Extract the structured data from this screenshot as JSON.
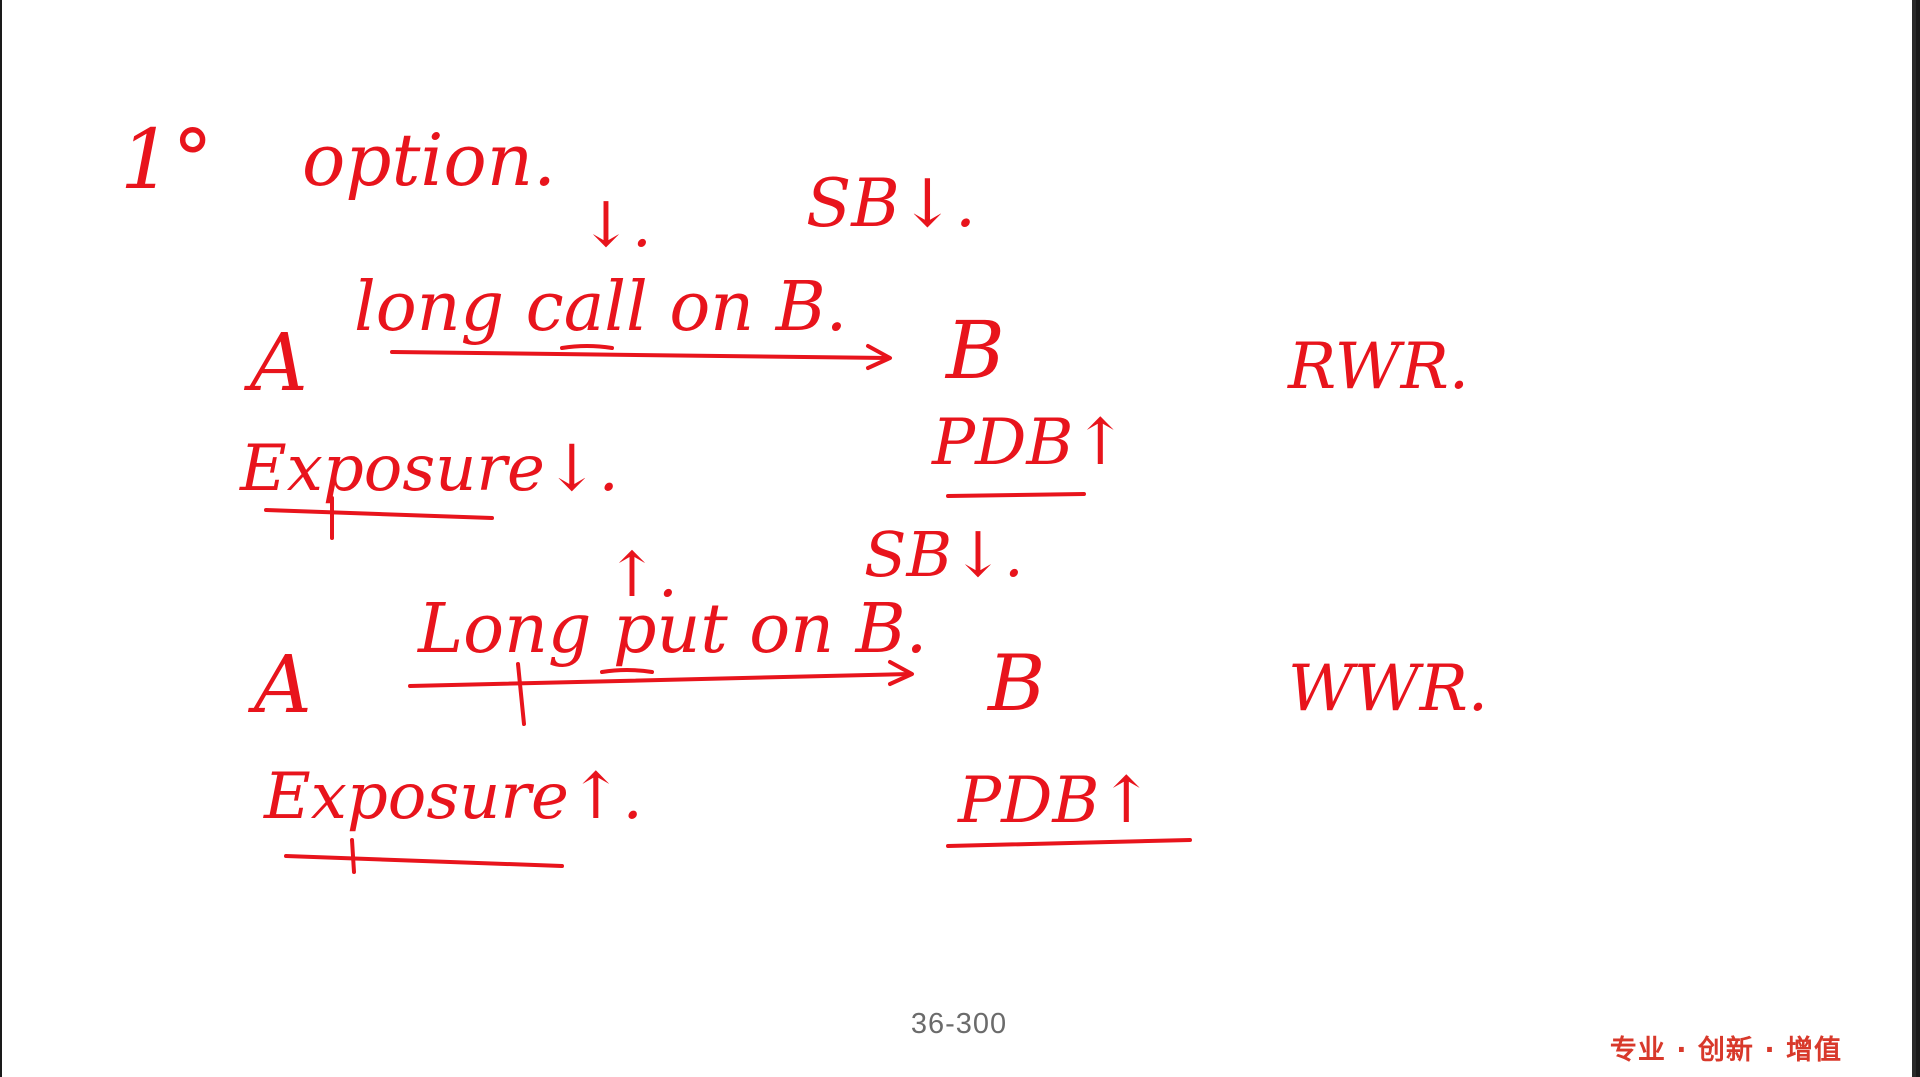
{
  "slide": {
    "heading_number": "1°",
    "heading_title": "option.",
    "scenario_call": {
      "left_node": "A",
      "left_effect": "Exposure↓.",
      "spread_mark": "↓.",
      "spread_label": "SB↓.",
      "arrow_label": "long call on B.",
      "right_node": "B",
      "right_effect": "PDB↑",
      "risk_label": "RWR."
    },
    "scenario_put": {
      "left_node": "A",
      "left_effect": "Exposure↑.",
      "spread_mark": "↑.",
      "spread_label": "SB↓.",
      "arrow_label": "Long put on B.",
      "right_node": "B",
      "right_effect": "PDB↑",
      "risk_label": "WWR."
    },
    "page_number": "36-300",
    "brand_slogan": "专业 · 创新 · 增值",
    "ink_color": "#e8141c"
  }
}
